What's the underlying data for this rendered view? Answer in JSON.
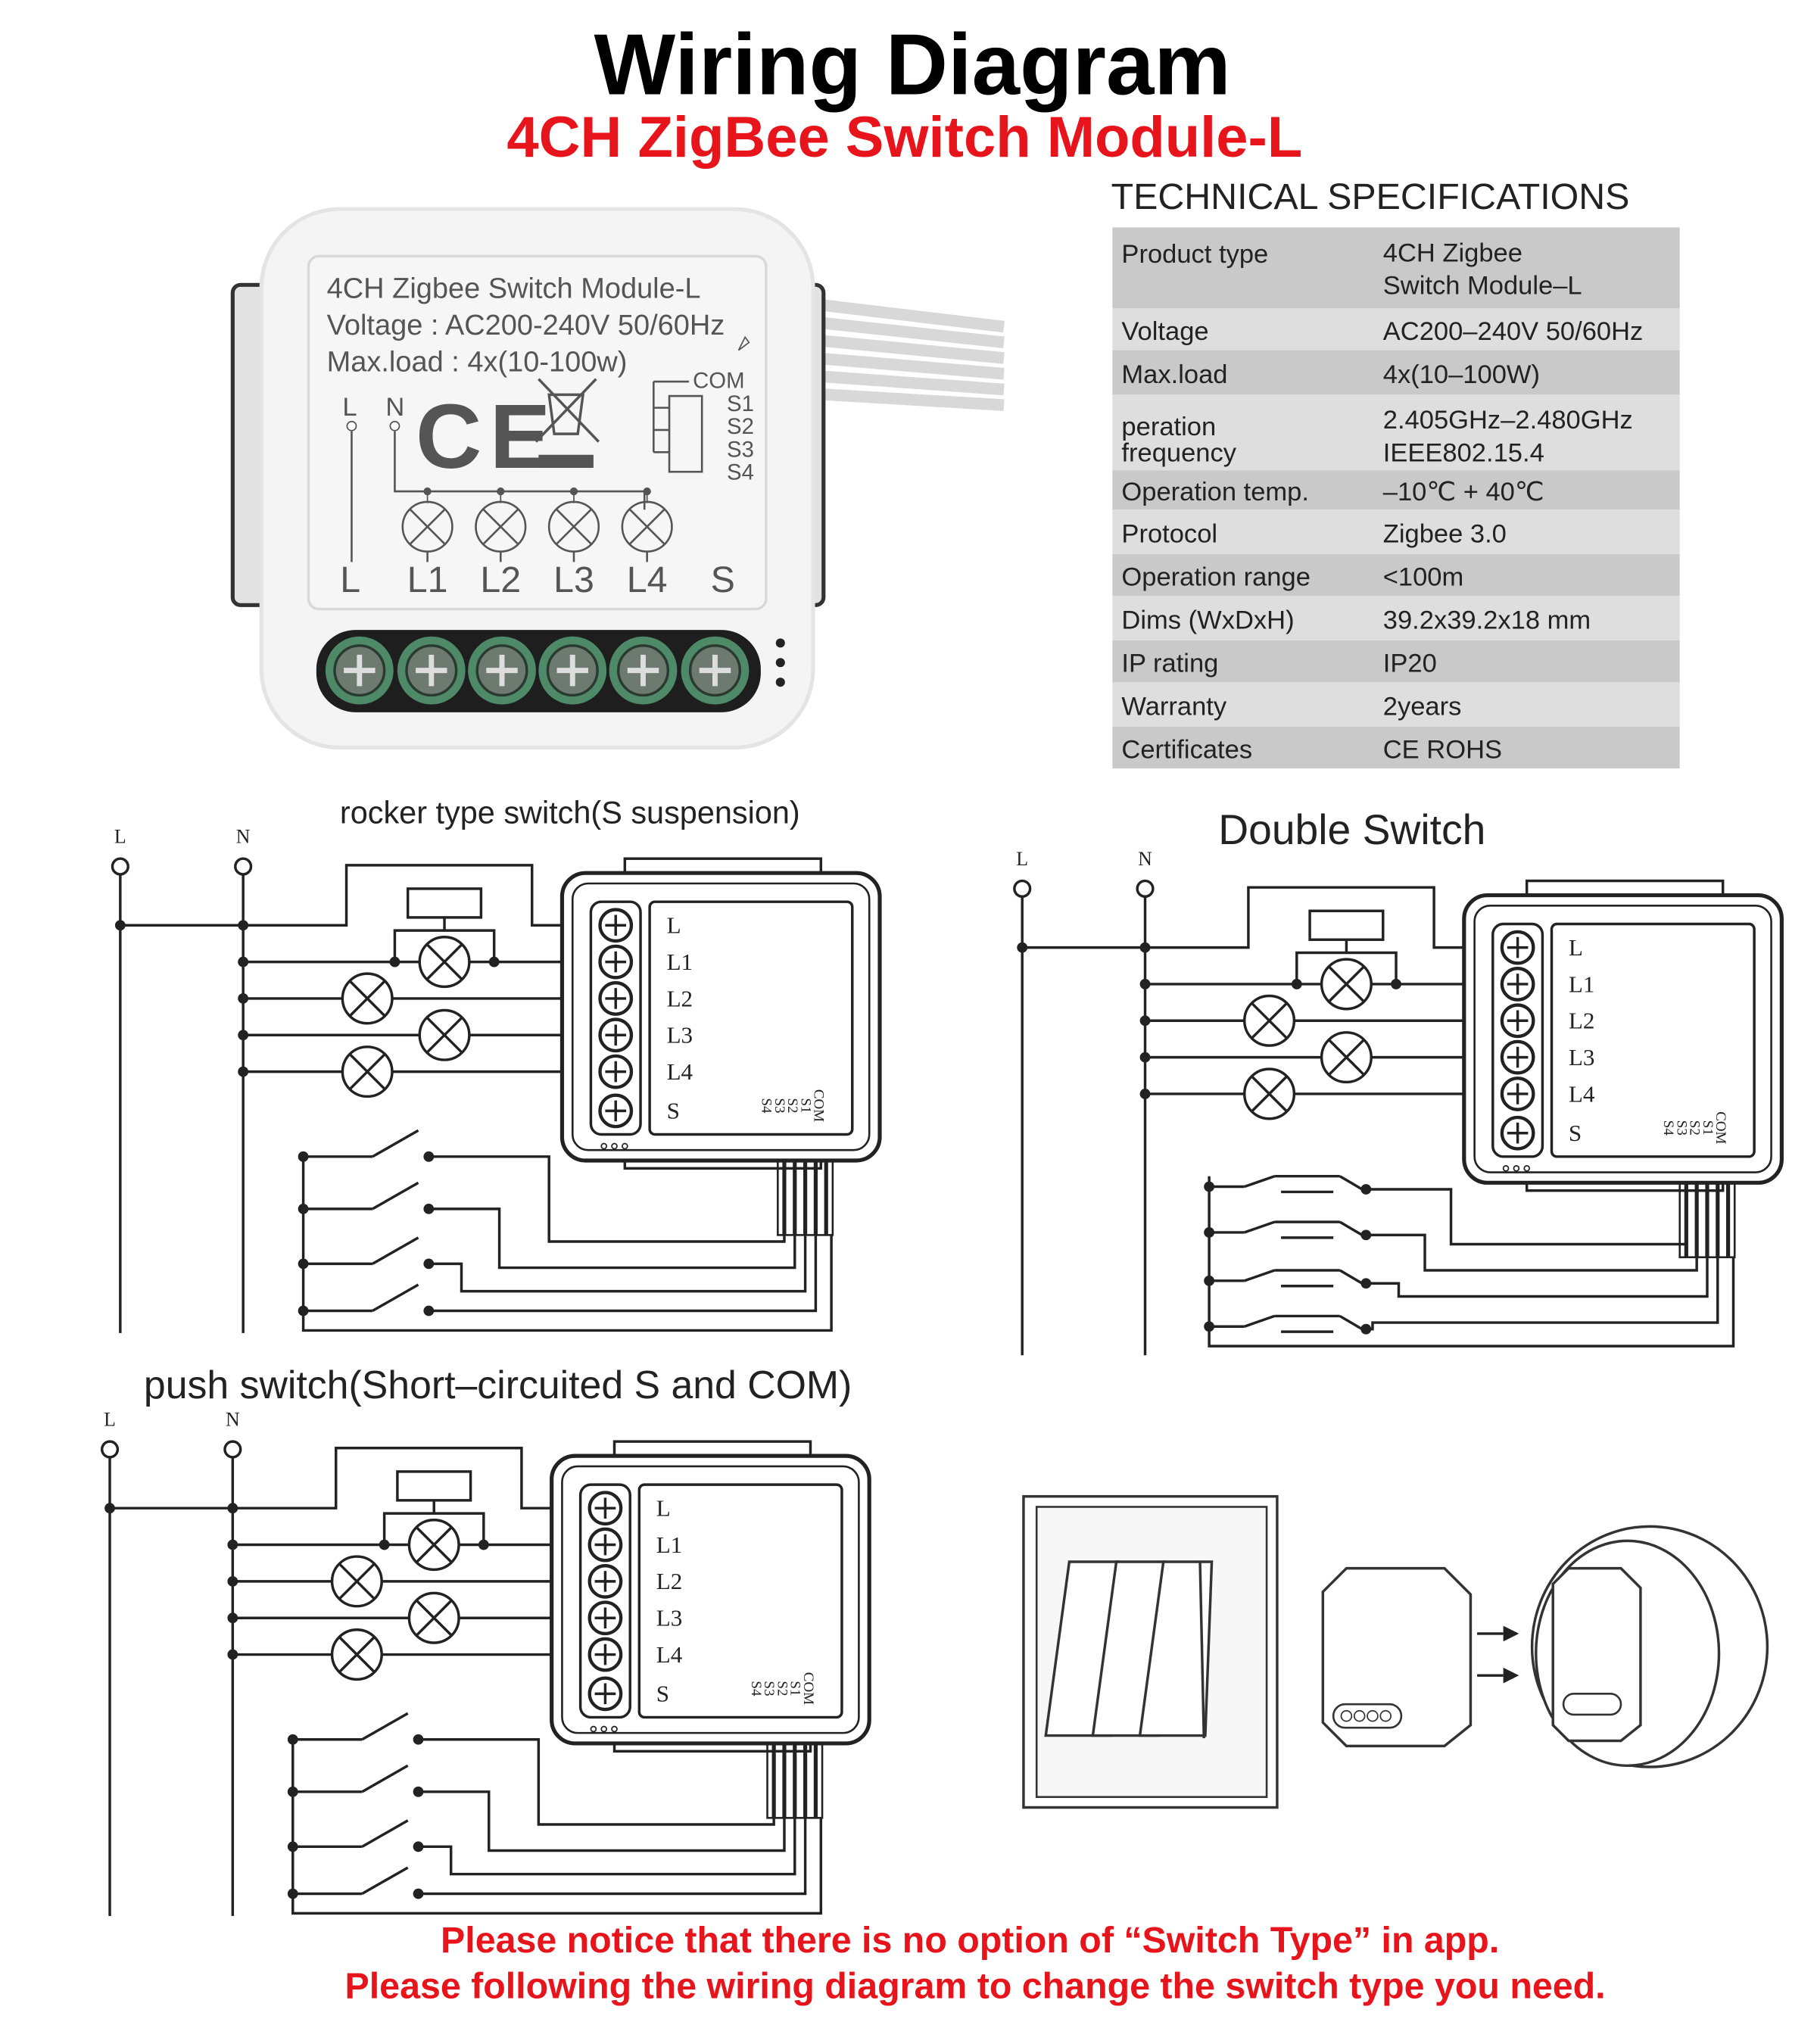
{
  "title": "Wiring Diagram",
  "subtitle": "4CH ZigBee Switch Module-L",
  "colors": {
    "accent": "#e8141b",
    "table_dark": "#c9c9c9",
    "table_light": "#dedede",
    "terminal_green": "#4f8a68",
    "line": "#222222"
  },
  "device": {
    "lines": [
      "4CH Zigbee Switch Module-L",
      "Voltage : AC200-240V 50/60Hz",
      "Max.load : 4x(10-100w)"
    ],
    "supply_labels": [
      "L",
      "N"
    ],
    "switch_labels": [
      "COM",
      "S1",
      "S2",
      "S3",
      "S4"
    ],
    "terminals": [
      "L",
      "L1",
      "L2",
      "L3",
      "L4",
      "S"
    ],
    "ce_mark": "CE"
  },
  "specs": {
    "heading": "TECHNICAL SPECIFICATIONS",
    "rows": [
      {
        "label": [
          "Product type"
        ],
        "value": [
          "4CH Zigbee",
          "Switch Module–L"
        ]
      },
      {
        "label": [
          "Voltage"
        ],
        "value": [
          "AC200–240V 50/60Hz"
        ]
      },
      {
        "label": [
          "Max.load"
        ],
        "value": [
          "4x(10–100W)"
        ]
      },
      {
        "label": [
          "peration",
          "frequency"
        ],
        "value": [
          "2.405GHz–2.480GHz",
          "IEEE802.15.4"
        ]
      },
      {
        "label": [
          "Operation temp."
        ],
        "value": [
          "–10℃ + 40℃"
        ]
      },
      {
        "label": [
          "Protocol"
        ],
        "value": [
          "Zigbee  3.0"
        ]
      },
      {
        "label": [
          "Operation range"
        ],
        "value": [
          "<100m"
        ]
      },
      {
        "label": [
          "Dims (WxDxH)"
        ],
        "value": [
          "39.2x39.2x18 mm"
        ]
      },
      {
        "label": [
          "IP rating"
        ],
        "value": [
          "IP20"
        ]
      },
      {
        "label": [
          "Warranty"
        ],
        "value": [
          "2years"
        ]
      },
      {
        "label": [
          "Certificates"
        ],
        "value": [
          "CE ROHS"
        ]
      }
    ]
  },
  "diagrams": [
    {
      "title": "rocker type switch(S suspension)",
      "supply": [
        "L",
        "N"
      ],
      "terminals": [
        "L",
        "L1",
        "L2",
        "L3",
        "L4",
        "S"
      ],
      "switch_terminals": [
        "S4",
        "S3",
        "S2",
        "S1",
        "COM"
      ]
    },
    {
      "title": "Double Switch",
      "supply": [
        "L",
        "N"
      ],
      "terminals": [
        "L",
        "L1",
        "L2",
        "L3",
        "L4",
        "S"
      ],
      "switch_terminals": [
        "S4",
        "S3",
        "S2",
        "S1",
        "COM"
      ]
    },
    {
      "title": "push switch(Short–circuited S and COM)",
      "supply": [
        "L",
        "N"
      ],
      "terminals": [
        "L",
        "L1",
        "L2",
        "L3",
        "L4",
        "S"
      ],
      "switch_terminals": [
        "S4",
        "S3",
        "S2",
        "S1",
        "COM"
      ]
    }
  ],
  "notice": [
    "Please notice that there is no option of “Switch Type” in app.",
    "Please following the wiring diagram to change the switch type you need."
  ]
}
